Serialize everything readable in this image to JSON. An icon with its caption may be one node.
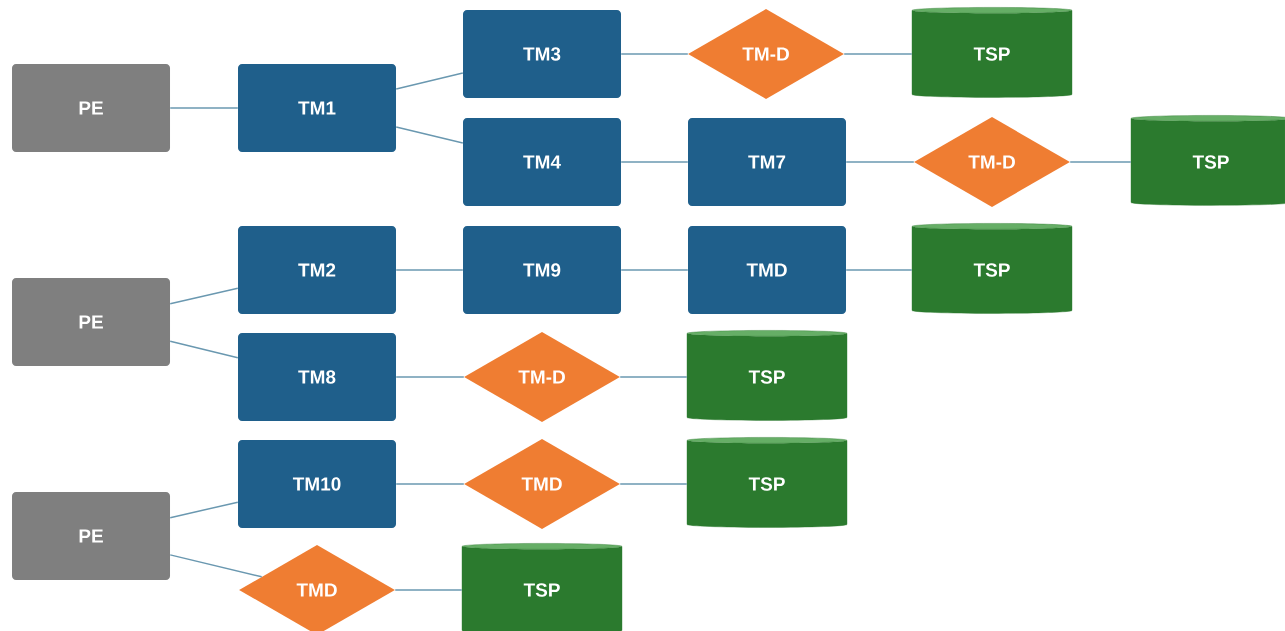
{
  "diagram": {
    "nodes": [
      {
        "text": [
          "PE"
        ]
      },
      {
        "text": [
          "TM1"
        ]
      },
      {
        "text": [
          "TM3"
        ]
      },
      {
        "text": [
          "TM-D"
        ]
      },
      {
        "text": [
          "TSP"
        ]
      },
      {
        "text": [
          "TM4"
        ]
      },
      {
        "text": [
          "TM7"
        ]
      },
      {
        "text": [
          "TM-D"
        ]
      },
      {
        "text": [
          "TSP"
        ]
      },
      {
        "text": [
          "PE"
        ]
      },
      {
        "text": [
          "TM2"
        ]
      },
      {
        "text": [
          "TM9"
        ]
      },
      {
        "text": [
          "TMD"
        ]
      },
      {
        "text": [
          "TSP"
        ]
      },
      {
        "text": [
          "TM8"
        ]
      },
      {
        "text": [
          "TM-D"
        ]
      },
      {
        "text": [
          "TSP"
        ]
      },
      {
        "text": [
          "PE"
        ]
      },
      {
        "text": [
          "TM10"
        ]
      },
      {
        "text": [
          "TMD"
        ]
      },
      {
        "text": [
          "TSP"
        ]
      },
      {
        "text": [
          "TMD"
        ]
      },
      {
        "text": [
          "TSP"
        ]
      }
    ],
    "edges": [
      {
        "from": 0,
        "to": 1,
        "arrow": "none"
      },
      {
        "from": 1,
        "to": 2,
        "arrow": "none"
      },
      {
        "from": 1,
        "to": 5,
        "arrow": "none"
      },
      {
        "from": 2,
        "to": 3,
        "arrow": "none"
      },
      {
        "from": 3,
        "to": 4,
        "arrow": "none"
      },
      {
        "from": 5,
        "to": 6,
        "arrow": "none"
      },
      {
        "from": 6,
        "to": 7,
        "arrow": "none"
      },
      {
        "from": 7,
        "to": 8,
        "arrow": "none"
      },
      {
        "from": 9,
        "to": 10,
        "arrow": "none"
      },
      {
        "from": 9,
        "to": 14,
        "arrow": "none"
      },
      {
        "from": 10,
        "to": 11,
        "arrow": "none"
      },
      {
        "from": 11,
        "to": 12,
        "arrow": "none"
      },
      {
        "from": 12,
        "to": 13,
        "arrow": "none"
      },
      {
        "from": 14,
        "to": 15,
        "arrow": "none"
      },
      {
        "from": 15,
        "to": 16,
        "arrow": "none"
      },
      {
        "from": 17,
        "to": 18,
        "arrow": "none"
      },
      {
        "from": 17,
        "to": 21,
        "arrow": "none"
      },
      {
        "from": 18,
        "to": 19,
        "arrow": "none"
      },
      {
        "from": 19,
        "to": 20,
        "arrow": "none"
      },
      {
        "from": 21,
        "to": 22,
        "arrow": "none"
      }
    ]
  }
}
